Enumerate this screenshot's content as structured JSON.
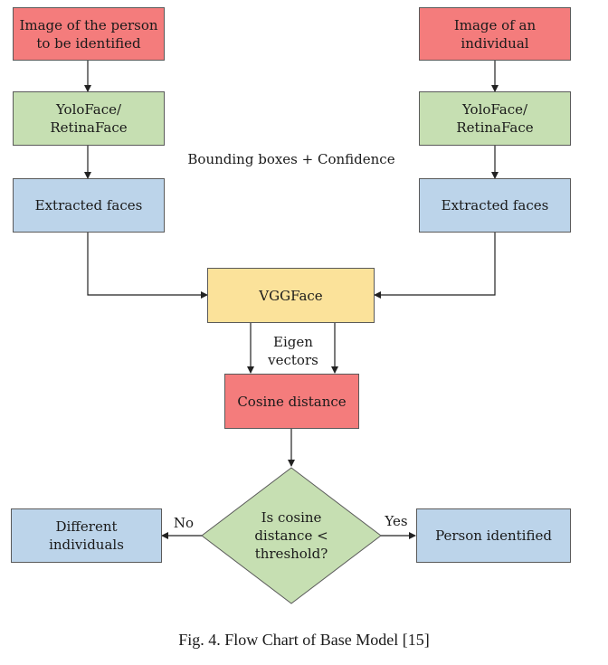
{
  "left": {
    "input": "Image of the person\nto be identified",
    "detector": "YoloFace/\nRetinaFace",
    "faces": "Extracted faces"
  },
  "right": {
    "input": "Image of an\nindividual",
    "detector": "YoloFace/\nRetinaFace",
    "faces": "Extracted faces"
  },
  "bbox_label": "Bounding boxes + Confidence",
  "vggface": "VGGFace",
  "eigen_label": "Eigen\nvectors",
  "cosine": "Cosine distance",
  "decision": "Is cosine\ndistance <\nthreshold?",
  "no_label": "No",
  "yes_label": "Yes",
  "no_result": "Different\nindividuals",
  "yes_result": "Person identified",
  "caption": "Fig. 4. Flow Chart of Base Model [15]",
  "colors": {
    "red": "#f47c7c",
    "green": "#c6dfb2",
    "blue": "#bcd4ea",
    "yellow": "#fbe29a"
  }
}
